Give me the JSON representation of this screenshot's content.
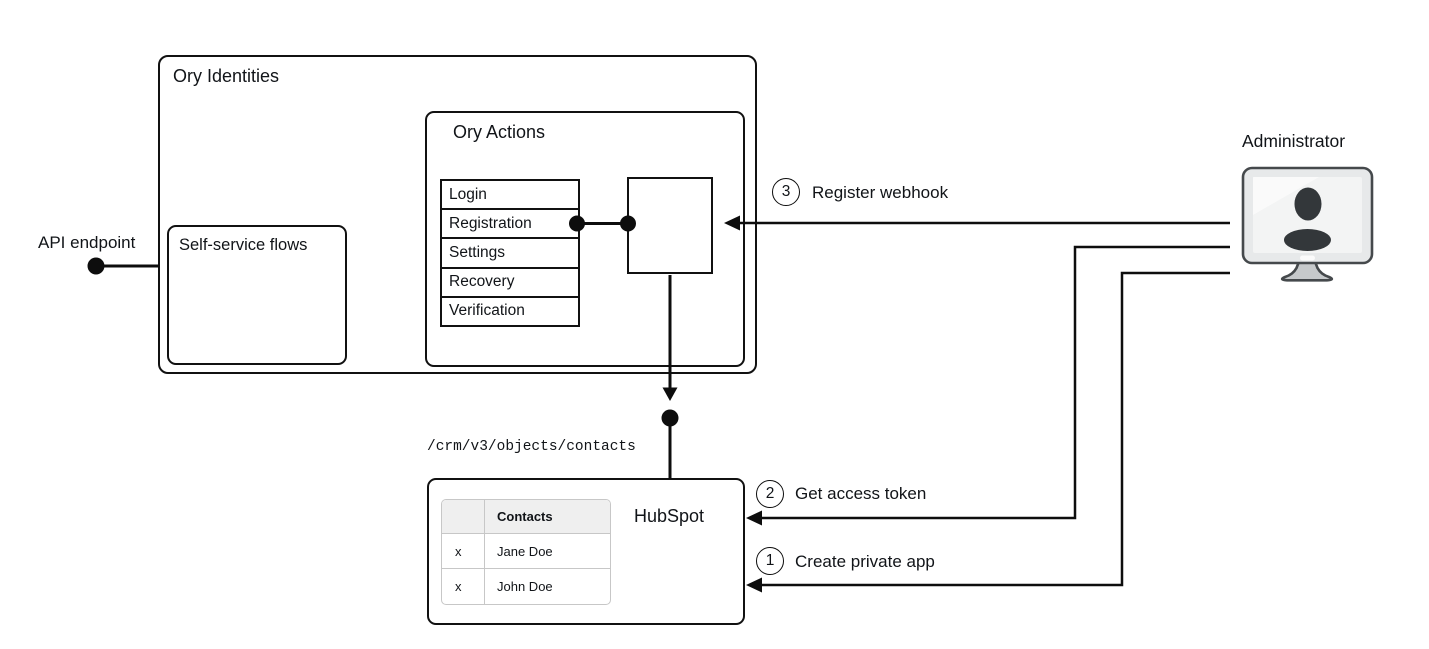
{
  "ory_identities": {
    "title": "Ory Identities"
  },
  "self_service_flows": {
    "title": "Self-service flows"
  },
  "ory_actions": {
    "title": "Ory Actions",
    "flows": [
      "Login",
      "Registration",
      "Settings",
      "Recovery",
      "Verification"
    ]
  },
  "api_endpoint": {
    "label": "API endpoint"
  },
  "administrator": {
    "label": "Administrator"
  },
  "hubspot": {
    "title": "HubSpot",
    "endpoint_path": "/crm/v3/objects/contacts",
    "contacts_table": {
      "headers": [
        "",
        "Contacts"
      ],
      "rows": [
        [
          "x",
          "Jane Doe"
        ],
        [
          "x",
          "John Doe"
        ]
      ]
    }
  },
  "steps": [
    {
      "number": "1",
      "label": "Create private app"
    },
    {
      "number": "2",
      "label": "Get access token"
    },
    {
      "number": "3",
      "label": "Register webhook"
    }
  ],
  "colors": {
    "line": "#0d0d0d",
    "box_border": "#111111",
    "table_border": "#c7c7c7",
    "table_header_bg": "#efefef",
    "monitor_dark": "#45494c",
    "monitor_body": "#e7e9ea",
    "monitor_screen": "#f3f4f4",
    "monitor_stand": "#c6c9cb",
    "silhouette": "#33373a"
  }
}
